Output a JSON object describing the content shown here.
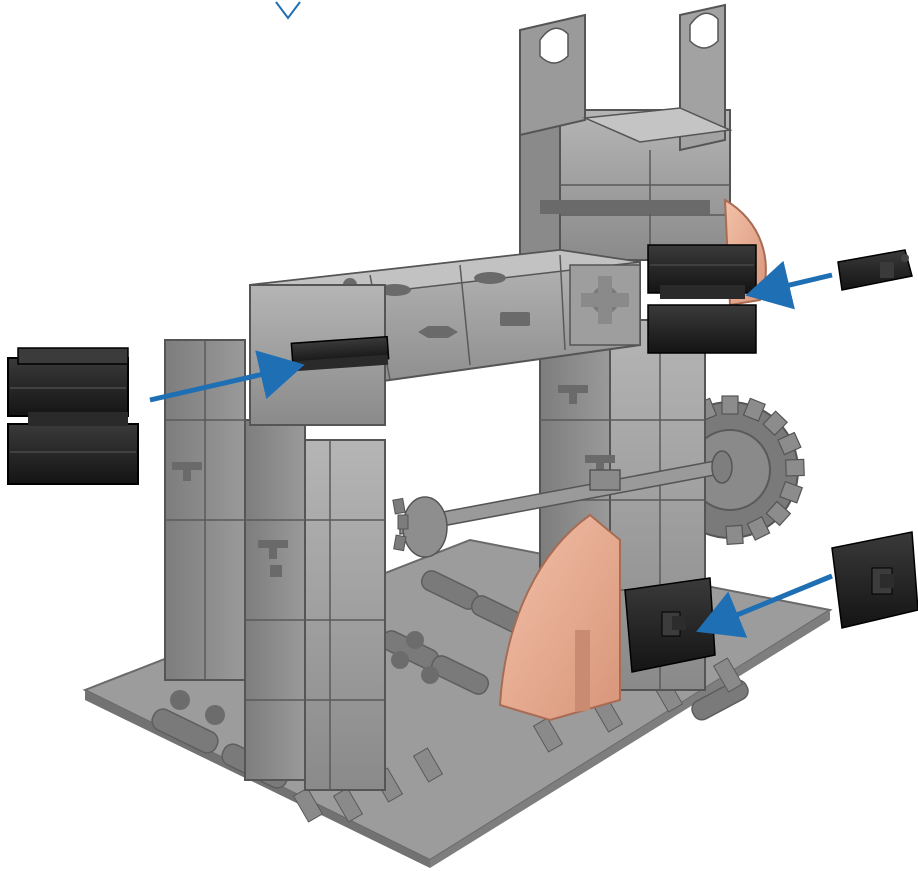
{
  "figure": {
    "kind": "assembly-instruction-illustration",
    "background": "#ffffff",
    "colors": {
      "arrow": "#1f6fb4",
      "gray_light": "#a9a9a9",
      "gray_mid": "#8f8f8f",
      "gray_dark": "#6e6e6e",
      "gray_shadow": "#585858",
      "black_part": "#1c1c1c",
      "black_edge": "#3a3a3a",
      "peach": "#e8ad91",
      "peach_dark": "#c98c72",
      "gear": "#7a7a7a"
    },
    "parts_to_insert": [
      {
        "name": "double-clip-large-icon",
        "color": "black"
      },
      {
        "name": "short-connector-pin-icon",
        "color": "black"
      },
      {
        "name": "single-clip-block-icon",
        "color": "black"
      }
    ],
    "assembly_elements": [
      "base-grid-plate-icon",
      "left-tower-icon",
      "right-tower-icon",
      "top-crossbeam-icon",
      "top-fork-bracket-icon",
      "axle-shaft-icon",
      "spur-gear-icon",
      "peach-quarter-round-icon",
      "top-insertion-marker-icon"
    ],
    "arrows": [
      {
        "name": "insert-arrow-left",
        "direction": "right"
      },
      {
        "name": "insert-arrow-upper-right",
        "direction": "left"
      },
      {
        "name": "insert-arrow-lower-right",
        "direction": "left"
      }
    ]
  }
}
